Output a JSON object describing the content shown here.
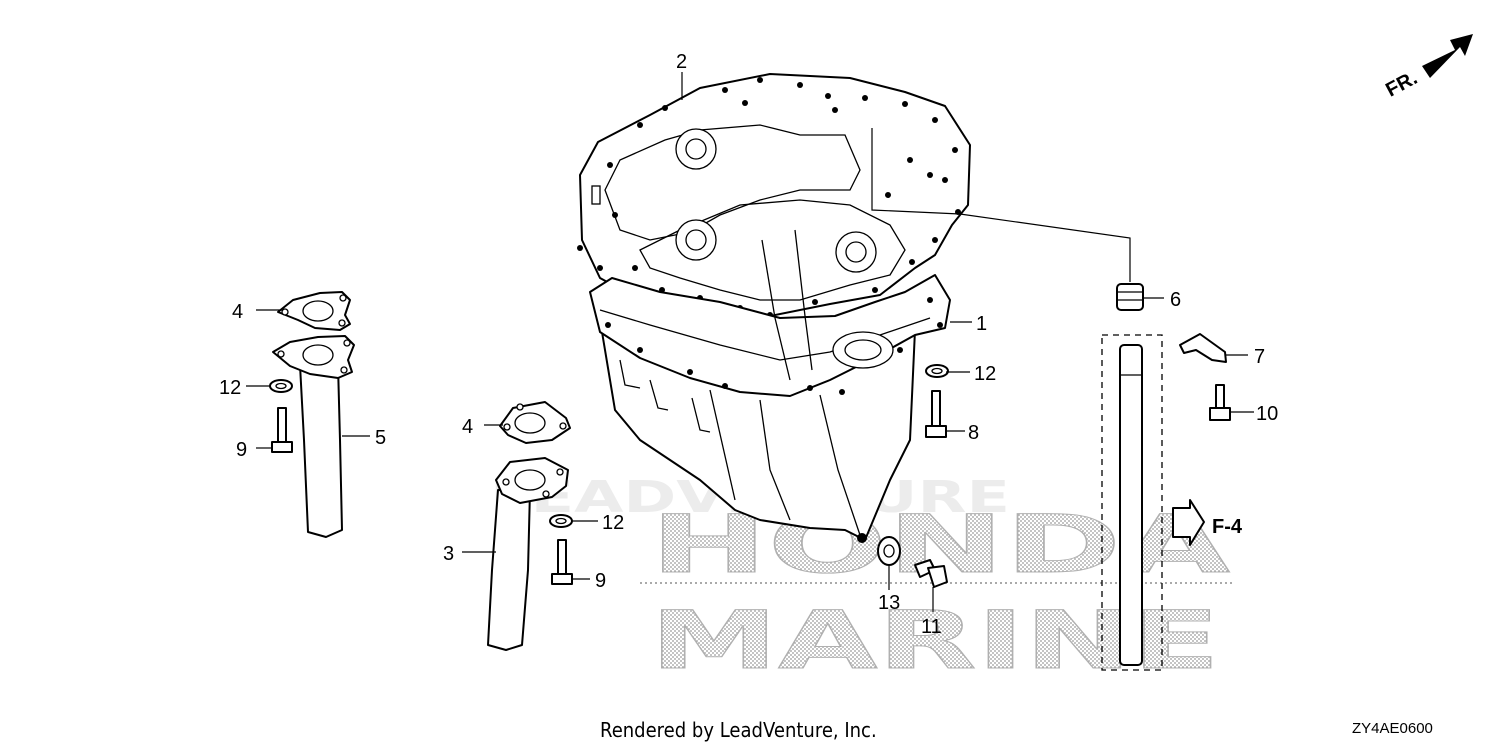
{
  "callouts": {
    "c1": "1",
    "c2": "2",
    "c3": "3",
    "c4a": "4",
    "c4b": "4",
    "c5": "5",
    "c6": "6",
    "c7": "7",
    "c8": "8",
    "c9a": "9",
    "c9b": "9",
    "c10": "10",
    "c11": "11",
    "c12a": "12",
    "c12b": "12",
    "c12c": "12",
    "c13": "13"
  },
  "direction_marker": "FR.",
  "reference_marker": "F-4",
  "watermark": {
    "top": "LEADVENTURE",
    "line1": "HONDA",
    "line2": "MARINE"
  },
  "footer": {
    "credit": "Rendered by LeadVenture, Inc.",
    "diagram_code": "ZY4AE0600"
  },
  "colors": {
    "line": "#000000",
    "background": "#ffffff",
    "watermark": "#b0b0b0"
  }
}
